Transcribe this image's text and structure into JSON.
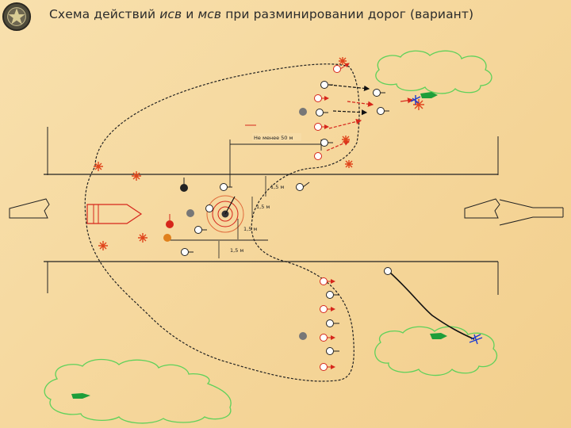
{
  "title": {
    "prefix": "Схема действий ",
    "italic1": "исв",
    "middle": " и ",
    "italic2": "мсв",
    "suffix": " при разминировании дорог (вариант)"
  },
  "labels": {
    "distance": "Не менее 50 м",
    "d1": "1,5 м",
    "d2": "1,5 м",
    "d3": "1,5 м",
    "d4": "1,5 м"
  },
  "colors": {
    "road_line": "#222222",
    "boundary": "#222222",
    "soldier_red": "#d6261b",
    "explosion": "#e0451c",
    "bush": "#5fd15a",
    "blue": "#1d3bd1"
  },
  "icons": {
    "emblem": "military-emblem-icon",
    "soldier": "soldier-circle-icon",
    "explosion": "explosion-burst-icon",
    "tank": "vehicle-outline-icon",
    "mine": "mine-icon"
  }
}
